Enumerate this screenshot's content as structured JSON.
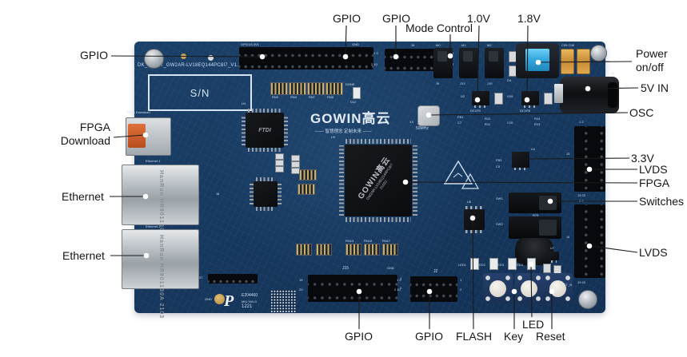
{
  "colors": {
    "pcb": "#17395f",
    "silkscreen": "#cfdff2",
    "label_text": "#161616",
    "power_switch_blue": "#36a9e1",
    "usb_orange": "#cc5f2b",
    "cap_orange": "#d89c44"
  },
  "callouts": {
    "gpio_left": "GPIO",
    "gpio_top_1": "GPIO",
    "gpio_top_2": "GPIO",
    "mode_control": "Mode Control",
    "v1_0": "1.0V",
    "v1_8": "1.8V",
    "power_1": "Power",
    "power_2": "on/off",
    "v5_in": "5V IN",
    "osc": "OSC",
    "v3_3": "3.3V",
    "lvds_top": "LVDS",
    "fpga": "FPGA",
    "switches": "Switches",
    "lvds_bottom": "LVDS",
    "fpga_download_1": "FPGA",
    "fpga_download_2": "Download",
    "ethernet_top": "Ethernet",
    "ethernet_bottom": "Ethernet",
    "gpio_bottom_1": "GPIO",
    "gpio_bottom_2": "GPIO",
    "flash": "FLASH",
    "key": "Key",
    "led": "LED",
    "reset": "Reset"
  },
  "board": {
    "title": "DK_START_GW2AR-LV18EQ144PC8I7_V1.1",
    "title_pin": "26",
    "sn": "S/N",
    "logo": "GOWIN高云",
    "tagline": "—— 智慧理念 定制未来 ——",
    "fpga_chip": {
      "designator": "U9",
      "logo": "GOWIN高云",
      "part": "GW2AR-LV18EQ144PC8I7",
      "lot": "2102C"
    },
    "ftdi_mark": "FTDI",
    "osc_ref": "X4",
    "osc_freq": "50MHz",
    "ethernet_jack_mark": "HanRun HR901130A 2103",
    "silk": {
      "gpio_hdr": "GPIO13-3V1",
      "gnd_top": "GND",
      "j5": "J5",
      "j5_l1": "1 9",
      "j5_l2": "2 10",
      "j5_r1": "1",
      "j5_r2": "2",
      "m0": "M0",
      "m1": "M1",
      "m2": "M2",
      "j9": "J9",
      "j13": "J13",
      "j10": "J10",
      "d4": "D4",
      "c99": "C99 C98",
      "j1": "J1",
      "u2": "U2",
      "u19": "U19",
      "u1": "U1",
      "u4": "U4",
      "u6": "U6",
      "u7": "U7",
      "dc1p0": "DC1P0",
      "dc1p8": "DC1P8",
      "fb1": "FB1",
      "c7": "C7",
      "r12": "R12",
      "r11": "R11",
      "c10": "C10",
      "r14": "R14",
      "r13": "R13",
      "fb3": "FB3",
      "c5": "C5",
      "rn3": "RN3",
      "rn4": "RN4",
      "rn7": "RN7",
      "rn8": "RN8",
      "done": "DONE",
      "d12": "D12",
      "rn13": "RN13",
      "rn18": "RN18",
      "rn17": "RN17",
      "sw1": "SW1",
      "sw2": "SW2",
      "r79": "R79",
      "r80": "R80",
      "led1": "LED1",
      "led2": "LED2",
      "led3": "LED3",
      "led4": "LED4",
      "rst_n": "RST_N",
      "j15": "J15",
      "gnd_bottom": "GND",
      "j2": "J2",
      "j15_l1": "19",
      "j15_l2": "20",
      "j15_r1": "1",
      "j15_r2": "2",
      "j2_l1": "1 9",
      "j2_l2": "2 10",
      "j2_r1": "1",
      "j2_r2": "2",
      "j3": "J3",
      "j4": "J4",
      "hdr_12": "1 2",
      "hdr_1920": "19 20",
      "j8": "J8",
      "c37": "C37",
      "fpga_download": "FPGA Download",
      "ethernet1": "Ethernet 1",
      "ethernet2": "Ethernet 2",
      "ul_num": "E204460",
      "ul_rating": "MIU 94V-0",
      "ul_date": "1221"
    }
  }
}
